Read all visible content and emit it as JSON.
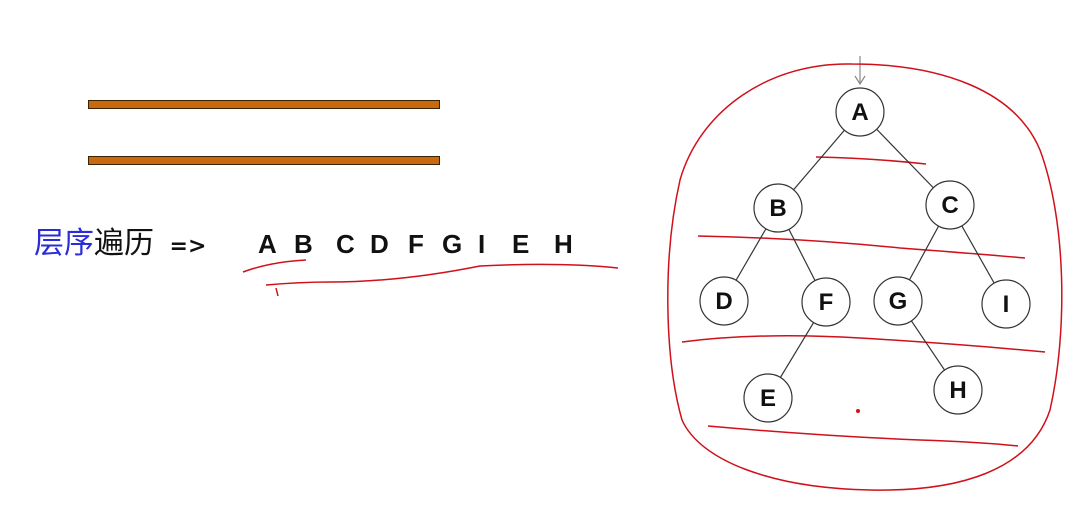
{
  "caption": {
    "prefix": "层序",
    "suffix": "遍历",
    "arrow": "=>"
  },
  "sequence": [
    "A",
    "B",
    "C",
    "D",
    "F",
    "G",
    "I",
    "E",
    "H"
  ],
  "tree": {
    "nodes": [
      {
        "id": "A",
        "label": "A"
      },
      {
        "id": "B",
        "label": "B"
      },
      {
        "id": "C",
        "label": "C"
      },
      {
        "id": "D",
        "label": "D"
      },
      {
        "id": "F",
        "label": "F"
      },
      {
        "id": "G",
        "label": "G"
      },
      {
        "id": "I",
        "label": "I"
      },
      {
        "id": "E",
        "label": "E"
      },
      {
        "id": "H",
        "label": "H"
      }
    ],
    "edges": [
      [
        "A",
        "B"
      ],
      [
        "A",
        "C"
      ],
      [
        "B",
        "D"
      ],
      [
        "B",
        "F"
      ],
      [
        "C",
        "G"
      ],
      [
        "C",
        "I"
      ],
      [
        "F",
        "E"
      ],
      [
        "G",
        "H"
      ]
    ]
  },
  "colors": {
    "bar": "#c8690f",
    "ink": "#d0101a",
    "caption_blue": "#2b2bd8"
  }
}
